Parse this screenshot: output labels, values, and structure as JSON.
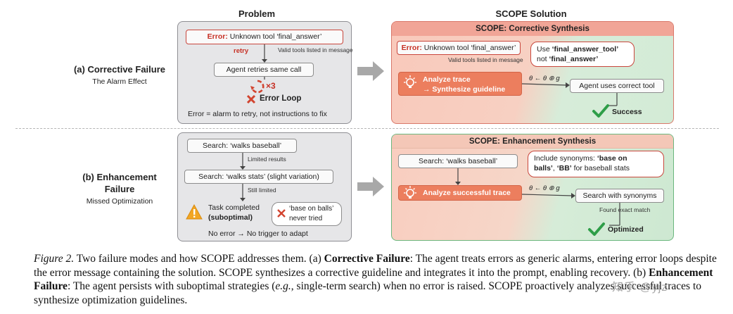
{
  "headers": {
    "problem": "Problem",
    "solution": "SCOPE Solution"
  },
  "rows": {
    "a": {
      "label": "(a) Corrective Failure",
      "sub": "The Alarm Effect"
    },
    "b": {
      "label_line1": "(b) Enhancement",
      "label_line2": "Failure",
      "sub": "Missed Optimization"
    }
  },
  "problem_a": {
    "error_prefix": "Error:",
    "error_text": "Unknown tool ‘final_answer’",
    "valid_tools": "Valid tools listed in message",
    "retry": "retry",
    "agent_retries": "Agent retries same call",
    "times": "×3",
    "error_loop": "Error Loop",
    "footer": "Error = alarm to retry, not instructions to fix"
  },
  "problem_b": {
    "search1": "Search: ‘walks baseball’",
    "limited": "Limited results",
    "search2": "Search: ‘walks stats’ (slight variation)",
    "still_limited": "Still limited",
    "task_line1": "Task completed",
    "task_line2": "(suboptimal)",
    "never_line1": "‘base on balls’",
    "never_line2": "never tried",
    "footer": "No error → No trigger to adapt"
  },
  "solution_a": {
    "title": "SCOPE: Corrective Synthesis",
    "error_prefix": "Error:",
    "error_text": "Unknown tool ‘final_answer’",
    "valid_tools": "Valid tools listed in message",
    "bubble_use": "Use ",
    "bubble_tool": "‘final_answer_tool’",
    "bubble_not": "not ",
    "bubble_old": "‘final_answer’",
    "analyze_line1": "Analyze trace",
    "analyze_line2": "→ Synthesize guideline",
    "formula": "θ ← θ ⊕ g",
    "agent_uses": "Agent uses correct tool",
    "success": "Success"
  },
  "solution_b": {
    "title": "SCOPE: Enhancement Synthesis",
    "search": "Search: ‘walks baseball’",
    "bubble_line1_pre": "Include synonyms: ",
    "bubble_line1_bold": "‘base on",
    "bubble_line2_bold1": "balls’",
    "bubble_line2_mid": ", ",
    "bubble_line2_bold2": "‘BB’",
    "bubble_line2_post": " for baseball stats",
    "analyze": "Analyze successful trace",
    "formula": "θ ← θ ⊕ g",
    "search_syn": "Search with synonyms",
    "found": "Found exact match",
    "optimized": "Optimized"
  },
  "caption": {
    "fig": "Figure 2.",
    "t1": " Two failure modes and how SCOPE addresses them. (a) ",
    "b1": "Corrective Failure",
    "t2": ": The agent treats errors as generic alarms, entering error loops despite the error message containing the solution. SCOPE synthesizes a corrective guideline and integrates it into the prompt, enabling recovery. (b) ",
    "b2": "Enhancement Failure",
    "t3": ": The agent persists with suboptimal strategies (",
    "eg": "e.g.",
    "t4": ", single-term search) when no error is raised. SCOPE proactively analyzes successful traces to synthesize optimization guidelines."
  },
  "watermark": "知乎 @yjz",
  "colors": {
    "error_red": "#c62f23",
    "success_green": "#2e9e48",
    "accent_orange": "#ec7e5e",
    "warning_yellow": "#f2a623"
  }
}
